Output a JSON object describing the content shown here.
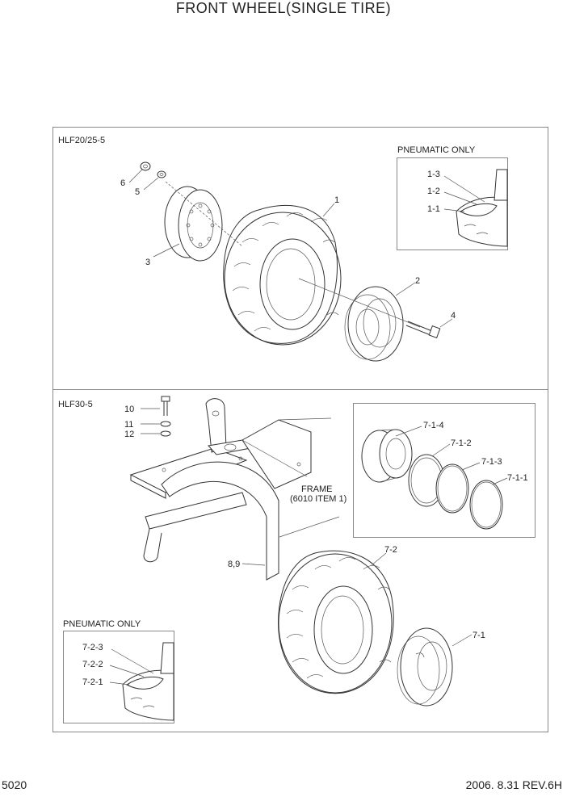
{
  "title": "FRONT WHEEL(SINGLE TIRE)",
  "sections": {
    "top": {
      "model": "HLF20/25-5",
      "inset_title": "PNEUMATIC ONLY",
      "inset_labels": [
        "1-3",
        "1-2",
        "1-1"
      ],
      "part_labels": [
        "1",
        "2",
        "3",
        "4",
        "5",
        "6"
      ]
    },
    "bottom": {
      "model": "HLF30-5",
      "inset_title": "PNEUMATIC ONLY",
      "inset_labels": [
        "7-2-3",
        "7-2-2",
        "7-2-1"
      ],
      "rim_labels": [
        "7-1-4",
        "7-1-2",
        "7-1-3",
        "7-1-1"
      ],
      "part_labels": [
        "10",
        "11",
        "12",
        "8,9",
        "7-2",
        "7-1"
      ],
      "frame_label": "FRAME",
      "frame_ref": "(6010 ITEM 1)"
    }
  },
  "footer": {
    "page_number": "5020",
    "revision": "2006. 8.31 REV.6H"
  }
}
